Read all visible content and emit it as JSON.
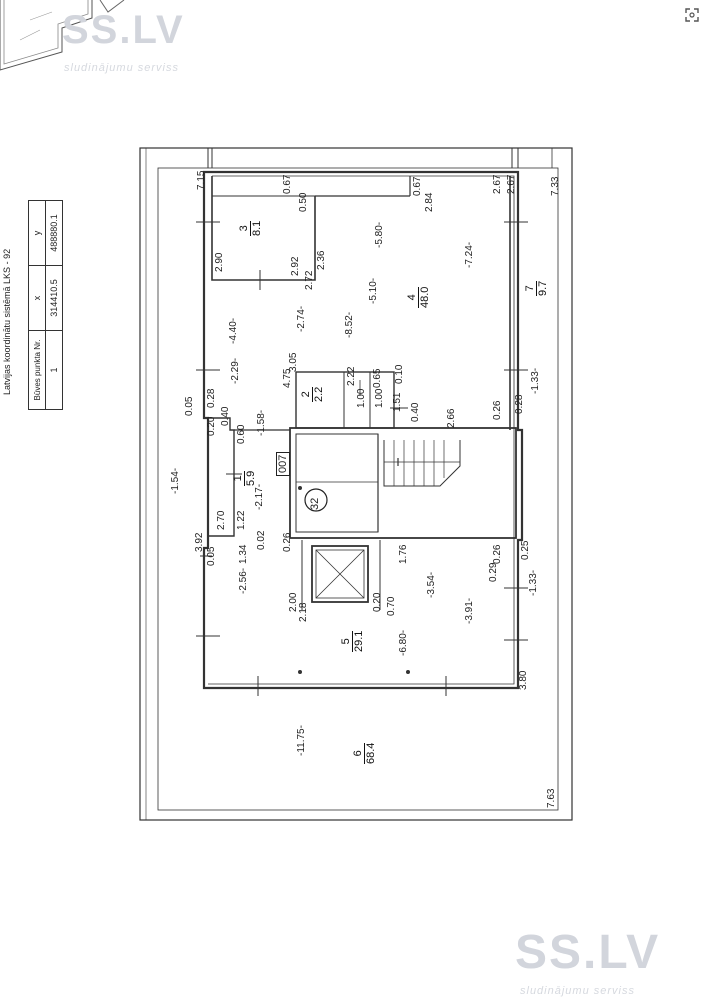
{
  "watermark": {
    "brand": "SS.LV",
    "tagline": "sludinājumu serviss"
  },
  "coord_system": "Latvijas koordinātu sistēmā LKS - 92",
  "coord_table": {
    "headers": [
      "Būves punkta Nr.",
      "x",
      "y"
    ],
    "row": [
      "1",
      "314410.5",
      "488880.1"
    ]
  },
  "stair_code": "007",
  "stair_no": "32",
  "rooms": [
    {
      "id": "1",
      "area": "5.9"
    },
    {
      "id": "2",
      "area": "2.2"
    },
    {
      "id": "3",
      "area": "8.1"
    },
    {
      "id": "4",
      "area": "48.0"
    },
    {
      "id": "5",
      "area": "29.1"
    },
    {
      "id": "6",
      "area": "68.4"
    },
    {
      "id": "7",
      "area": "9.7"
    }
  ],
  "dims": [
    "7.15",
    "0.67",
    "0.50",
    "2.90",
    "2.92",
    "2.36",
    "2.72",
    "0.67",
    "2.84",
    "2.67",
    "2.67",
    "7.33",
    "-5.80-",
    "-5.10-",
    "-7.24-",
    "-8.52-",
    "-2.74-",
    "-4.40-",
    "-2.29-",
    "3.05",
    "4.75",
    "2.22",
    "0.65",
    "0.10",
    "1.00",
    "1.00",
    "1.51",
    "0.40",
    "2.66",
    "0.26",
    "0.28",
    "-1.33-",
    "0.05",
    "0.28",
    "0.40",
    "0.20",
    "0.60",
    "-1.58-",
    "-1.54-",
    "-2.17-",
    "2.70",
    "1.22",
    "3.92",
    "0.05",
    "1.34",
    "0.02",
    "0.26",
    "1.76",
    "0.26",
    "0.25",
    "0.29",
    "-2.56-",
    "-3.54-",
    "-1.33-",
    "2.00",
    "2.18",
    "0.20",
    "0.70",
    "-3.91-",
    "-6.80-",
    "3.80",
    "-11.75-",
    "7.63"
  ]
}
